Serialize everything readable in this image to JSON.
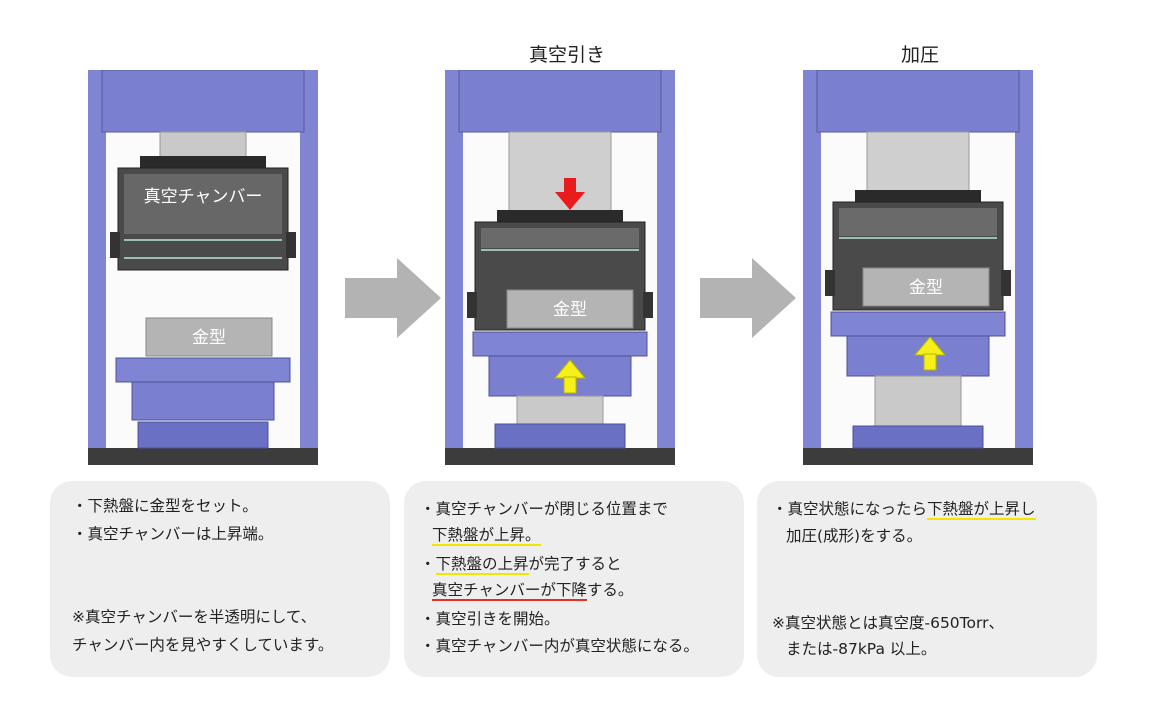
{
  "stages": [
    {
      "title": "",
      "labels": {
        "chamber": "真空チャンバー",
        "mold": "金型"
      },
      "notes": [
        "・下熱盤に金型をセット。",
        "・真空チャンバーは上昇端。",
        "※真空チャンバーを半透明にして、",
        "チャンバー内を見やすくしています。"
      ]
    },
    {
      "title": "真空引き",
      "labels": {
        "mold": "金型"
      },
      "notes": {
        "l1": "・真空チャンバーが閉じる位置まで",
        "l2": "下熱盤が上昇。",
        "l3a": "・",
        "l3b": "下熱盤の上昇",
        "l3c": "が完了すると",
        "l4a": "真空チャンバー",
        "l4b": "が下降",
        "l4c": "する。",
        "l5": "・真空引きを開始。",
        "l6": "・真空チャンバー内が真空状態になる。"
      }
    },
    {
      "title": "加圧",
      "labels": {
        "mold": "金型"
      },
      "notes": {
        "l1a": "・真空状態になったら",
        "l1b": "下熱盤が上昇し",
        "l2": "加圧(成形)をする。",
        "l3": "※真空状態とは真空度-650Torr、",
        "l4": "または-87kPa 以上。"
      }
    }
  ],
  "colors": {
    "frame": "#7f84d3",
    "chamber": "#4a4a4a",
    "mold": "#b4b4b4",
    "arrow_down": "#e81c1c",
    "arrow_up": "#f5f01a",
    "flow_arrow": "#b3b3b3",
    "underline_yellow": "#f2e600",
    "underline_red": "#e0302a"
  },
  "icons": {
    "flow": "right-arrow-icon",
    "down": "down-arrow-icon",
    "up": "up-arrow-icon"
  }
}
